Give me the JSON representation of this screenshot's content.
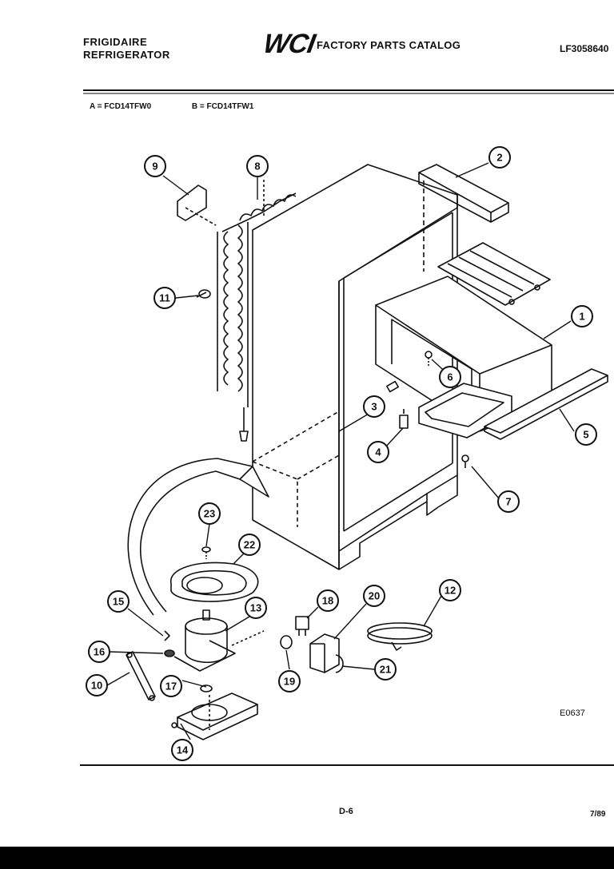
{
  "header": {
    "brand_line1": "FRIGIDAIRE",
    "brand_line2": "REFRIGERATOR",
    "logo": "WCI",
    "catalog_title": "FACTORY PARTS CATALOG",
    "part_number": "LF3058640"
  },
  "models": {
    "a": "A = FCD14TFW0",
    "b": "B = FCD14TFW1"
  },
  "callouts": [
    "1",
    "2",
    "3",
    "4",
    "5",
    "6",
    "7",
    "8",
    "9",
    "10",
    "11",
    "12",
    "13",
    "14",
    "15",
    "16",
    "17",
    "18",
    "19",
    "20",
    "21",
    "22",
    "23"
  ],
  "footer": {
    "figure_code": "E0637",
    "page": "D-6",
    "date": "7/89"
  }
}
